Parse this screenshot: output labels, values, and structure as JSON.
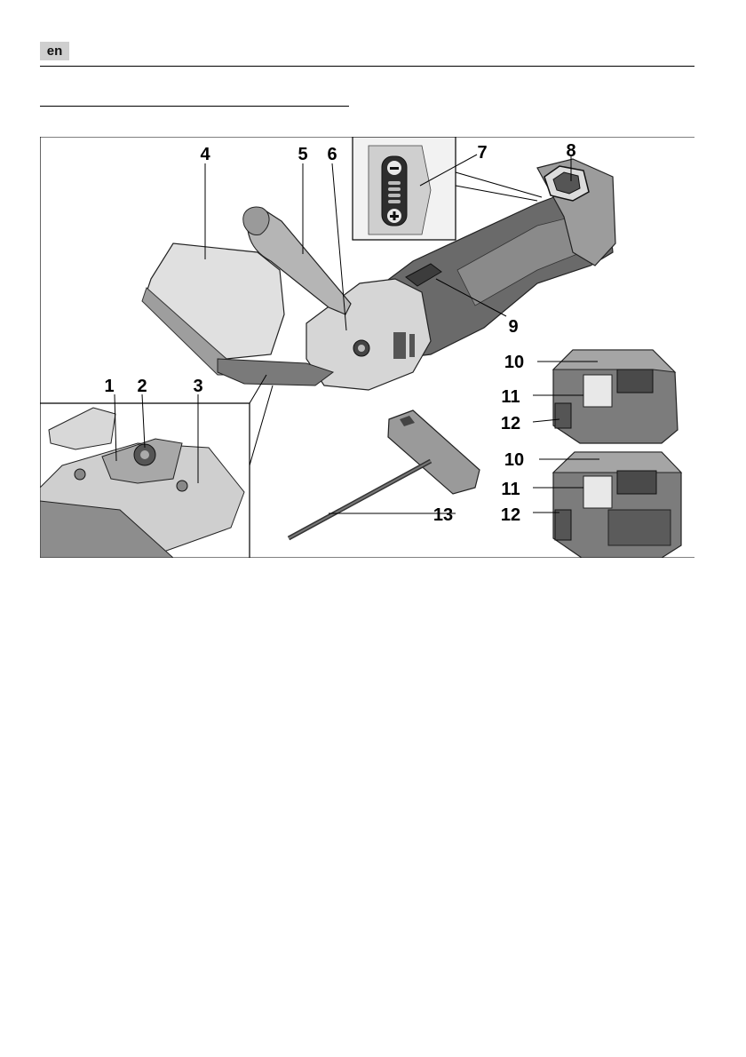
{
  "header": {
    "language": "en"
  },
  "figure": {
    "callouts": [
      "1",
      "2",
      "3",
      "4",
      "5",
      "6",
      "7",
      "8",
      "9",
      "10",
      "11",
      "12",
      "13"
    ],
    "callouts_battery2": [
      "10",
      "11",
      "12"
    ]
  }
}
